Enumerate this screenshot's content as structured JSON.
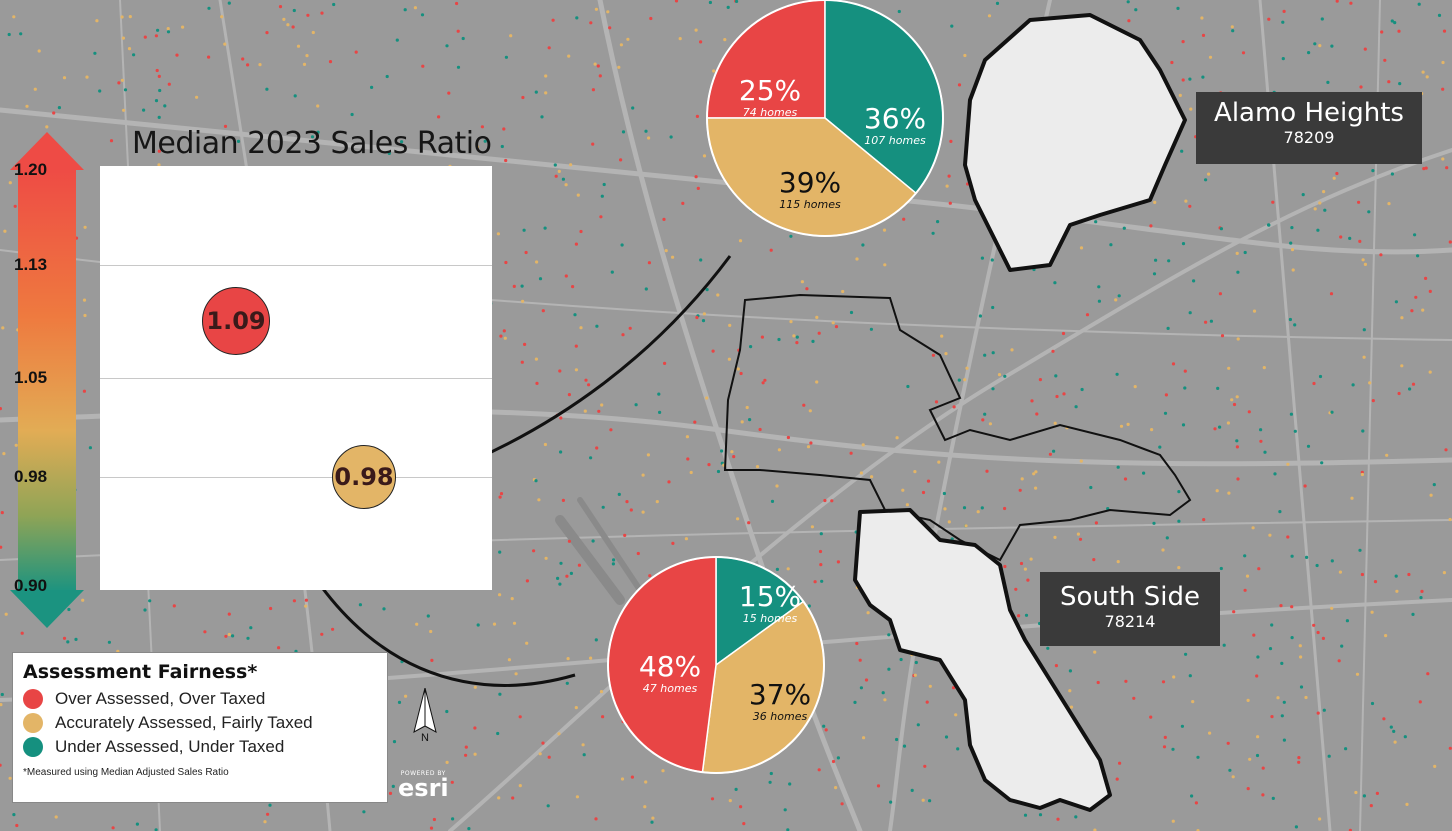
{
  "chart": {
    "title": "Median 2023 Sales Ratio",
    "scale_labels": [
      "1.20",
      "1.13",
      "1.05",
      "0.98",
      "0.90"
    ],
    "bubbles": [
      {
        "value": "1.09",
        "color": "#e84545"
      },
      {
        "value": "0.98",
        "color": "#e3b567"
      }
    ]
  },
  "chart_data": {
    "type": "scatter",
    "title": "Median 2023 Sales Ratio",
    "ylim": [
      0.9,
      1.2
    ],
    "yticks": [
      0.9,
      0.98,
      1.05,
      1.13,
      1.2
    ],
    "points": [
      {
        "value": 1.09,
        "color": "#e84545"
      },
      {
        "value": 0.98,
        "color": "#e3b567"
      }
    ],
    "pies": [
      {
        "region": "Alamo Heights",
        "slices": [
          {
            "label": "Over Assessed, Over Taxed",
            "percent": 25,
            "homes": 74,
            "color": "#e84545"
          },
          {
            "label": "Under Assessed, Under Taxed",
            "percent": 36,
            "homes": 107,
            "color": "#15907f"
          },
          {
            "label": "Accurately Assessed, Fairly Taxed",
            "percent": 39,
            "homes": 115,
            "color": "#e3b567"
          }
        ]
      },
      {
        "region": "South Side",
        "slices": [
          {
            "label": "Under Assessed, Under Taxed",
            "percent": 15,
            "homes": 15,
            "color": "#15907f"
          },
          {
            "label": "Accurately Assessed, Fairly Taxed",
            "percent": 37,
            "homes": 36,
            "color": "#e3b567"
          },
          {
            "label": "Over Assessed, Over Taxed",
            "percent": 48,
            "homes": 47,
            "color": "#e84545"
          }
        ]
      }
    ]
  },
  "pie_labels": {
    "alamo": [
      {
        "pct": "25%",
        "homes": "74 homes"
      },
      {
        "pct": "36%",
        "homes": "107 homes"
      },
      {
        "pct": "39%",
        "homes": "115 homes"
      }
    ],
    "south": [
      {
        "pct": "15%",
        "homes": "15 homes"
      },
      {
        "pct": "37%",
        "homes": "36 homes"
      },
      {
        "pct": "48%",
        "homes": "47 homes"
      }
    ]
  },
  "regions": {
    "alamo": {
      "name": "Alamo Heights",
      "zip": "78209"
    },
    "south": {
      "name": "South Side",
      "zip": "78214"
    }
  },
  "legend": {
    "title": "Assessment Fairness*",
    "items": [
      {
        "label": "Over Assessed, Over Taxed",
        "color": "#e84545"
      },
      {
        "label": "Accurately Assessed, Fairly Taxed",
        "color": "#e3b567"
      },
      {
        "label": "Under Assessed, Under Taxed",
        "color": "#15907f"
      }
    ],
    "note": "*Measured using Median Adjusted Sales Ratio"
  },
  "north_arrow": {
    "letter": "N"
  },
  "attribution": {
    "powered_by": "POWERED BY",
    "brand": "esri"
  },
  "colors": {
    "over": "#e84545",
    "fair": "#e3b567",
    "under": "#15907f",
    "map_bg": "#9a9a9a",
    "label_box": "#3a3a3a"
  }
}
